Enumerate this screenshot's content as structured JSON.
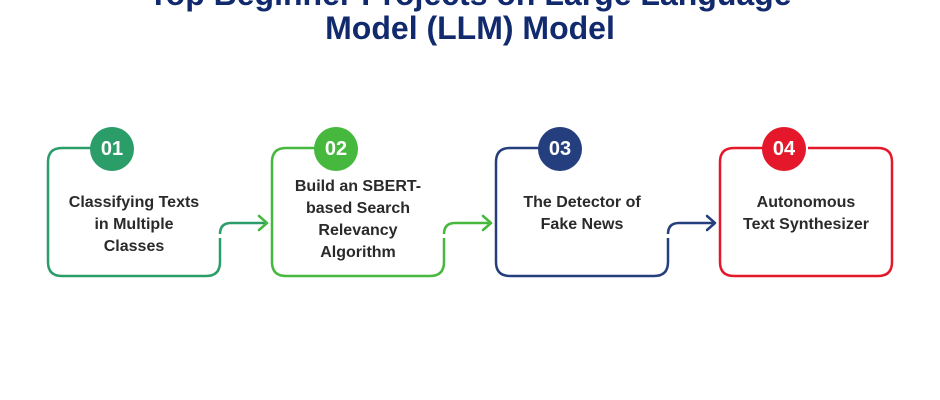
{
  "title": {
    "line1": "Top Beginner Projects on Large Language",
    "line2": "Model (LLM) Model"
  },
  "colors": {
    "title": "#112a6e",
    "step1": "#2a9d68",
    "step2": "#46b83d",
    "step3": "#253e7e",
    "step4": "#e4182a"
  },
  "steps": [
    {
      "number": "01",
      "label": "Classifying Texts\nin Multiple\nClasses"
    },
    {
      "number": "02",
      "label": "Build an SBERT-\nbased Search\nRelevancy\nAlgorithm"
    },
    {
      "number": "03",
      "label": "The Detector of\nFake News"
    },
    {
      "number": "04",
      "label": "Autonomous\nText Synthesizer"
    }
  ]
}
